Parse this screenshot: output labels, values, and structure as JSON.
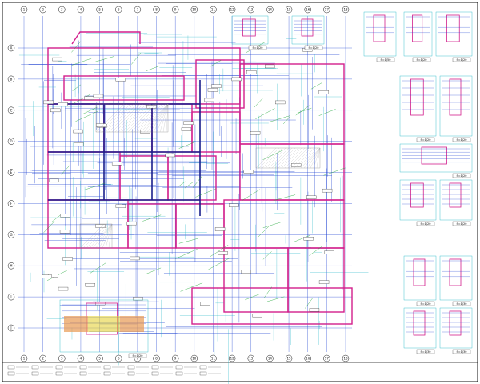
{
  "drawing": {
    "detail_labels": [
      {
        "id": "d1",
        "text": "S=1/50"
      },
      {
        "id": "d2",
        "text": "S=1/20"
      },
      {
        "id": "d3",
        "text": "S=1/20"
      },
      {
        "id": "d4",
        "text": "S=1/20"
      },
      {
        "id": "d5",
        "text": "S=1/20"
      },
      {
        "id": "d6",
        "text": "S=1/20"
      },
      {
        "id": "d7",
        "text": "S=1/20"
      },
      {
        "id": "d8",
        "text": "S=1/20"
      },
      {
        "id": "d9",
        "text": "S=1/20"
      },
      {
        "id": "d10",
        "text": "S=1/20"
      },
      {
        "id": "d11",
        "text": "S=1/20"
      },
      {
        "id": "d12",
        "text": "S=1/30"
      },
      {
        "id": "d13",
        "text": "S=1/30"
      },
      {
        "id": "d14",
        "text": "S=1/30"
      },
      {
        "id": "d15",
        "text": "S=1/20"
      }
    ],
    "grid_top": [
      "1",
      "2",
      "3",
      "4",
      "5",
      "6",
      "7",
      "8",
      "9",
      "10",
      "11",
      "12",
      "13",
      "14",
      "15",
      "16",
      "17",
      "18"
    ],
    "grid_left": [
      "A",
      "B",
      "C",
      "D",
      "E",
      "F",
      "G",
      "H",
      "I",
      "J"
    ],
    "colors": {
      "wall": "#d21e8c",
      "dim": "#1b3fd1",
      "cyan": "#1ab3c4",
      "green": "#19a331",
      "black": "#111111",
      "orange": "#e89a52",
      "yellow": "#e6d23a"
    }
  }
}
